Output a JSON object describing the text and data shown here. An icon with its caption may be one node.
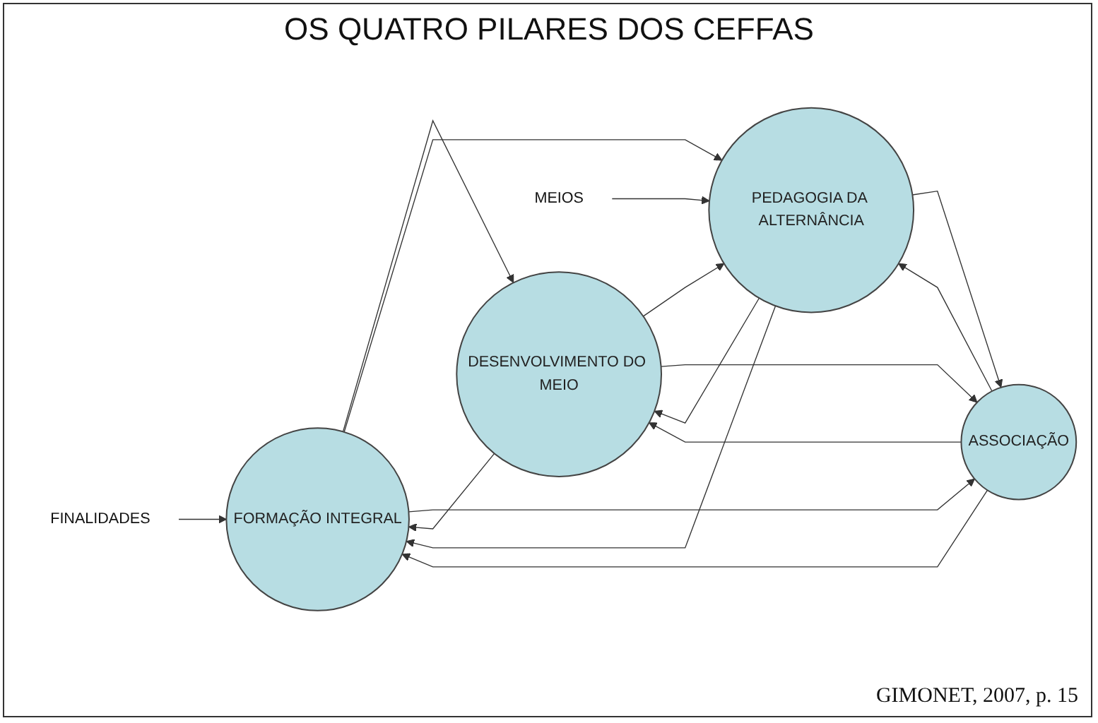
{
  "diagram": {
    "title": "OS QUATRO PILARES DOS CEFFAS",
    "caption": "GIMONET, 2007, p. 15",
    "nodes": [
      {
        "text": [
          "FINALIDADES"
        ]
      },
      {
        "text": [
          "FORMAÇÃO INTEGRAL"
        ]
      },
      {
        "text": [
          "DESENVOLVIMENTO DO MEIO"
        ]
      },
      {
        "text": [
          "MEIOS"
        ]
      },
      {
        "text": [
          "PEDAGOGIA DA ALTERNÂNCIA"
        ]
      },
      {
        "text": [
          "ASSOCIAÇÃO"
        ]
      }
    ],
    "edges": [
      {
        "from": 0,
        "to": 1,
        "arrow": "to"
      },
      {
        "from": 1,
        "to": 2,
        "arrow": "to"
      },
      {
        "from": 2,
        "to": 1,
        "arrow": "to"
      },
      {
        "from": 1,
        "to": 4,
        "arrow": "to"
      },
      {
        "from": 4,
        "to": 1,
        "arrow": "to"
      },
      {
        "from": 1,
        "to": 5,
        "arrow": "to"
      },
      {
        "from": 5,
        "to": 1,
        "arrow": "to"
      },
      {
        "from": 4,
        "to": 2,
        "arrow": "to"
      },
      {
        "from": 2,
        "to": 4,
        "arrow": "to"
      },
      {
        "from": 5,
        "to": 2,
        "arrow": "to"
      },
      {
        "from": 2,
        "to": 5,
        "arrow": "to"
      },
      {
        "from": 3,
        "to": 4,
        "arrow": "to"
      },
      {
        "from": 4,
        "to": 5,
        "arrow": "to"
      },
      {
        "from": 5,
        "to": 4,
        "arrow": "to"
      }
    ]
  }
}
